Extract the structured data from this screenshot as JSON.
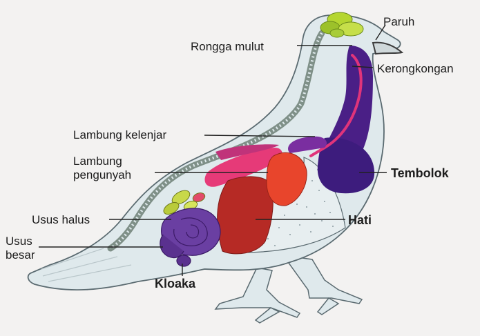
{
  "labels": {
    "paruh": "Paruh",
    "rongga_mulut": "Rongga mulut",
    "kerongkongan": "Kerongkongan",
    "lambung_kelenjar": "Lambung kelenjar",
    "lambung_pengunyah_line1": "Lambung",
    "lambung_pengunyah_line2": "pengunyah",
    "tembolok": "Tembolok",
    "usus_halus": "Usus halus",
    "hati": "Hati",
    "usus_besar_line1": "Usus",
    "usus_besar_line2": "besar",
    "kloaka": "Kloaka"
  },
  "colors": {
    "body_fill": "#dfe9ec",
    "body_outline": "#5a6a70",
    "esophagus": "#4a1f86",
    "esophagus_highlight": "#e0347a",
    "crop": "#3d1c7d",
    "liver": "#b62a25",
    "gizzard": "#e8452c",
    "proventriculus": "#e63a78",
    "intestine": "#6a3fa2",
    "small_intestine": "#c8d84a",
    "brain": "#b5d630",
    "spine": "#7f9088",
    "leader_line": "#222222"
  }
}
